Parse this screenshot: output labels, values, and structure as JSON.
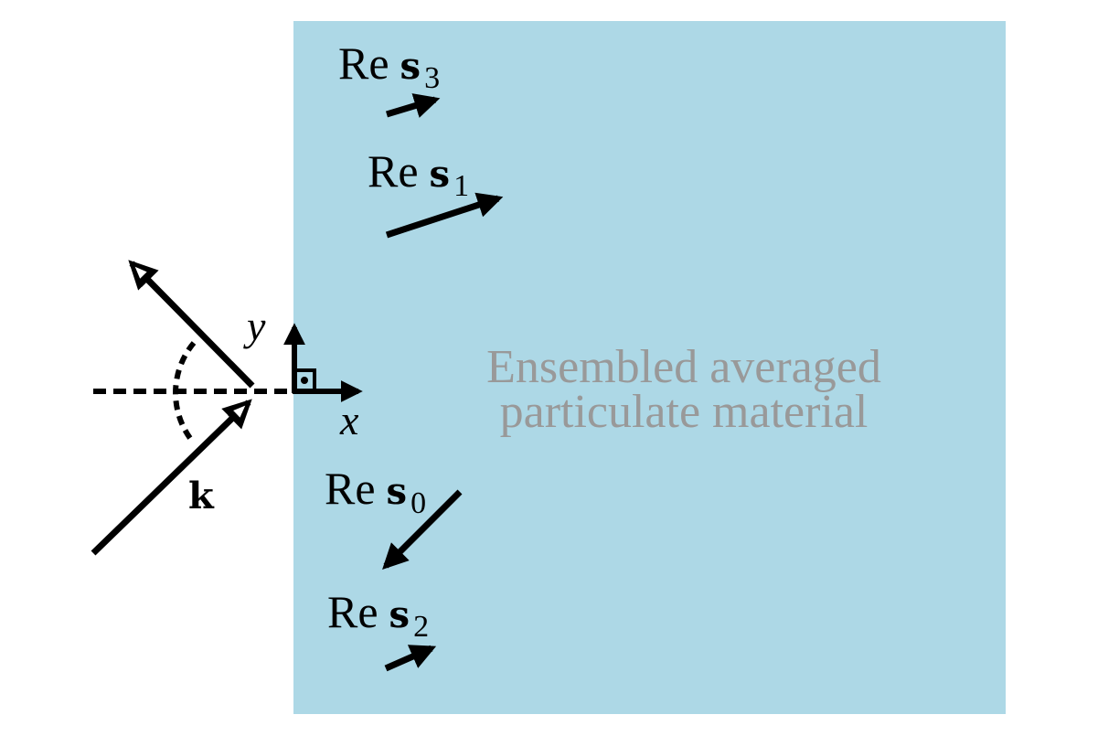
{
  "region": {
    "label_line1": "Ensembled averaged",
    "label_line2": "particulate material",
    "fill_color": "#add8e6",
    "text_color": "#999999"
  },
  "axes": {
    "x_label": "x",
    "y_label": "y"
  },
  "incident": {
    "wavevector_label": "k"
  },
  "vectors": [
    {
      "id": "s3",
      "prefix": "Re",
      "symbol": "s",
      "subscript": "3"
    },
    {
      "id": "s1",
      "prefix": "Re",
      "symbol": "s",
      "subscript": "1"
    },
    {
      "id": "s0",
      "prefix": "Re",
      "symbol": "s",
      "subscript": "0"
    },
    {
      "id": "s2",
      "prefix": "Re",
      "symbol": "s",
      "subscript": "2"
    }
  ]
}
